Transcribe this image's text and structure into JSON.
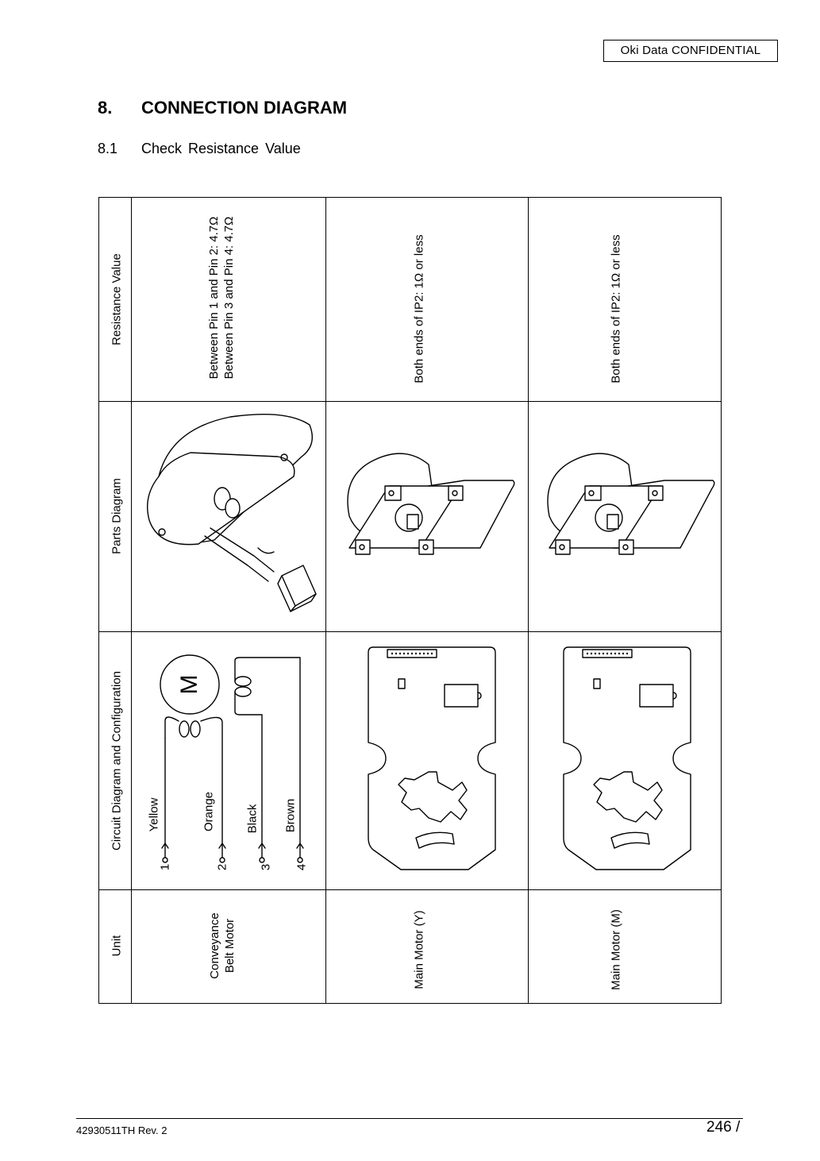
{
  "header": {
    "confidential": "Oki  Data  CONFIDENTIAL"
  },
  "section": {
    "number": "8.",
    "title": "CONNECTION DIAGRAM"
  },
  "subsection": {
    "number": "8.1",
    "title": "Check Resistance Value"
  },
  "table": {
    "column_headers": {
      "unit": "Unit",
      "circuit": "Circuit Diagram and Configuration",
      "parts": "Parts Diagram",
      "resistance": "Resistance Value"
    },
    "rows": [
      {
        "unit_line1": "Conveyance",
        "unit_line2": "Belt Motor",
        "circuit": {
          "motor_symbol": "M",
          "pins": [
            "1",
            "2",
            "3",
            "4"
          ],
          "wires": [
            "Yellow",
            "Orange",
            "Black",
            "Brown"
          ]
        },
        "resistance_line1": "Between Pin 1 and Pin 2: 4.7Ω",
        "resistance_line2": "Between Pin 3 and Pin 4: 4.7Ω"
      },
      {
        "unit": "Main Motor (Y)",
        "resistance": "Both ends of IP2: 1Ω or less"
      },
      {
        "unit": "Main Motor (M)",
        "resistance": "Both ends of IP2: 1Ω or less"
      }
    ]
  },
  "footer": {
    "doc_number": "42930511TH  Rev. 2",
    "page": "246 /"
  }
}
